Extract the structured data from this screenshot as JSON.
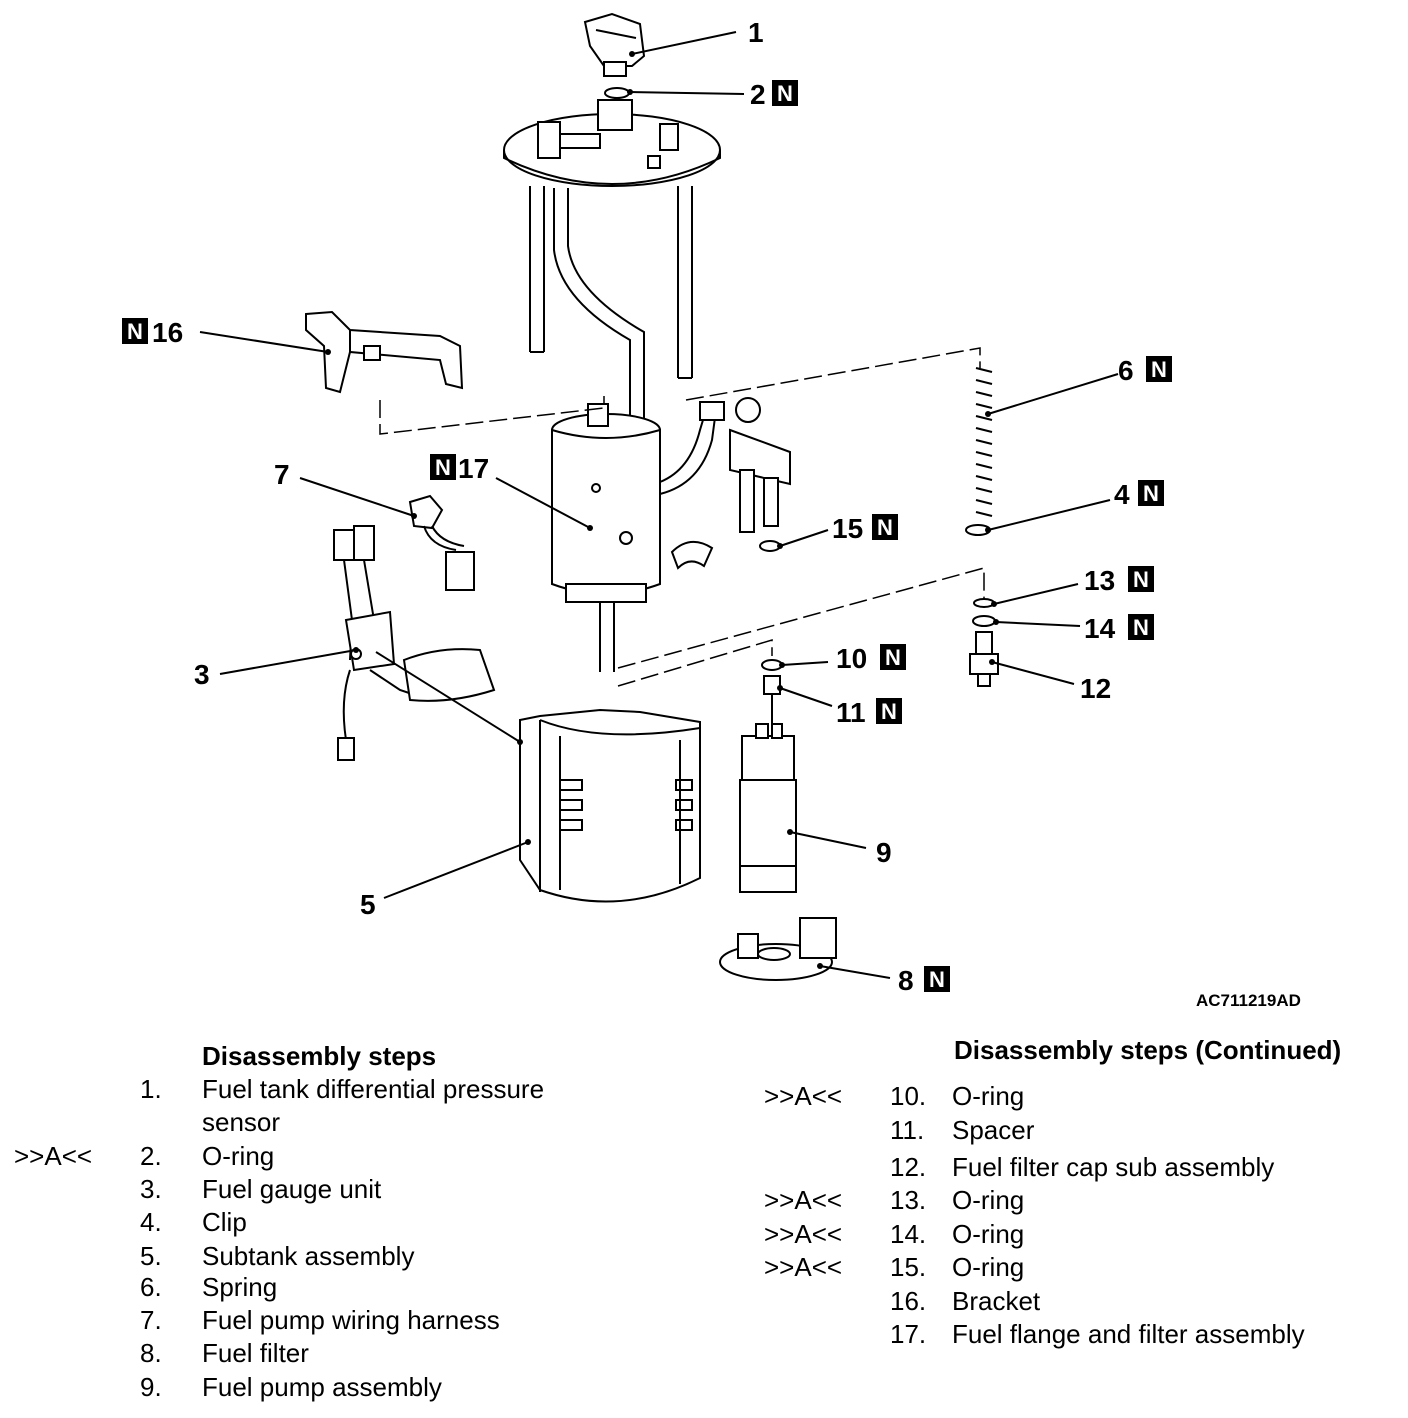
{
  "figure_id": "AC711219AD",
  "n_mark": "N",
  "callouts": [
    {
      "id": "c1",
      "number": "1",
      "n": false
    },
    {
      "id": "c2",
      "number": "2",
      "n": true
    },
    {
      "id": "c3",
      "number": "3",
      "n": false
    },
    {
      "id": "c4",
      "number": "4",
      "n": true
    },
    {
      "id": "c5",
      "number": "5",
      "n": false
    },
    {
      "id": "c6",
      "number": "6",
      "n": true
    },
    {
      "id": "c7",
      "number": "7",
      "n": false
    },
    {
      "id": "c8",
      "number": "8",
      "n": true
    },
    {
      "id": "c9",
      "number": "9",
      "n": false
    },
    {
      "id": "c10",
      "number": "10",
      "n": true
    },
    {
      "id": "c11",
      "number": "11",
      "n": true
    },
    {
      "id": "c12",
      "number": "12",
      "n": false
    },
    {
      "id": "c13",
      "number": "13",
      "n": true
    },
    {
      "id": "c14",
      "number": "14",
      "n": true
    },
    {
      "id": "c15",
      "number": "15",
      "n": true
    },
    {
      "id": "c16",
      "number": "16",
      "n": true
    },
    {
      "id": "c17",
      "number": "17",
      "n": true
    }
  ],
  "steps_left": {
    "heading": "Disassembly steps",
    "items": [
      {
        "mark": "",
        "num": "1.",
        "name": "Fuel tank differential pressure",
        "name2": "sensor"
      },
      {
        "mark": ">>A<<",
        "num": "2.",
        "name": "O-ring"
      },
      {
        "mark": "",
        "num": "3.",
        "name": "Fuel gauge unit"
      },
      {
        "mark": "",
        "num": "4.",
        "name": "Clip"
      },
      {
        "mark": "",
        "num": "5.",
        "name": "Subtank assembly"
      },
      {
        "mark": "",
        "num": "6.",
        "name": "Spring"
      },
      {
        "mark": "",
        "num": "7.",
        "name": "Fuel pump wiring harness"
      },
      {
        "mark": "",
        "num": "8.",
        "name": "Fuel filter"
      },
      {
        "mark": "",
        "num": "9.",
        "name": "Fuel pump assembly"
      }
    ]
  },
  "steps_right": {
    "heading": "Disassembly steps (Continued)",
    "items": [
      {
        "mark": ">>A<<",
        "num": "10.",
        "name": "O-ring"
      },
      {
        "mark": "",
        "num": "11.",
        "name": "Spacer"
      },
      {
        "mark": "",
        "num": "12.",
        "name": "Fuel filter cap sub assembly"
      },
      {
        "mark": ">>A<<",
        "num": "13.",
        "name": "O-ring"
      },
      {
        "mark": ">>A<<",
        "num": "14.",
        "name": "O-ring"
      },
      {
        "mark": ">>A<<",
        "num": "15.",
        "name": "O-ring"
      },
      {
        "mark": "",
        "num": "16.",
        "name": "Bracket"
      },
      {
        "mark": "",
        "num": "17.",
        "name": "Fuel flange and filter assembly"
      }
    ]
  }
}
